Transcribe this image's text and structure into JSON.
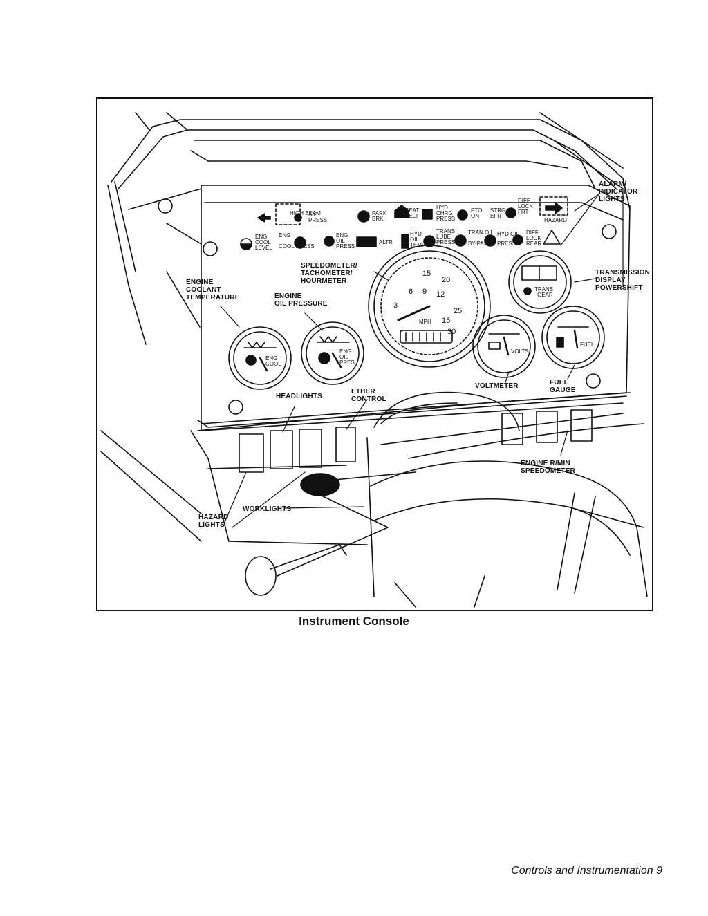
{
  "figure": {
    "caption": "Instrument Console",
    "callouts": {
      "alarm_indicator": "ALARM/\nINDICATOR\nLIGHTS",
      "transmission": "TRANSMISSION\nDISPLAY\nPOWERSHIFT",
      "coolant": "ENGINE\nCOOLANT\nTEMPERATURE",
      "speedometer": "SPEEDOMETER/\nTACHOMETER/\nHOURMETER",
      "oil_pressure": "ENGINE\nOIL PRESSURE",
      "voltmeter": "VOLTMETER",
      "fuel": "FUEL\nGAUGE",
      "headlights": "HEADLIGHTS",
      "ether": "ETHER\nCONTROL",
      "engine_rmin": "ENGINE R/MIN\nSPEEDOMETER",
      "hazard": "HAZARD\nLIGHTS",
      "worklights": "WORKLIGHTS"
    },
    "indicator_labels": {
      "row1": [
        "HIGH BEAM",
        "A/C PRESS",
        "PARK BRK",
        "SEAT BELT",
        "HYD CHRG PRESS",
        "PTO ON",
        "STRG EFRT",
        "DIFF LOCK FRT",
        "HAZARD"
      ],
      "row2": [
        "ENG COOL LEVEL",
        "ENG COOL PRESS",
        "ENG OIL PRESS",
        "ALTR",
        "HYD OIL TEMP",
        "TRANS LUBE PRESS",
        "TRAN OIL BY-PASS",
        "HYD OIL PRESS",
        "DIFF LOCK REAR"
      ]
    },
    "gauge_labels": {
      "coolant": "ENG COOL",
      "oil": "ENG OIL PRES",
      "volts": "VOLTS",
      "fuel": "FUEL",
      "speedo_unit": "MPH",
      "speedo_ticks": [
        "3",
        "6",
        "9",
        "12",
        "15",
        "20",
        "25",
        "30"
      ],
      "trans_gear": "TRANS GEAR"
    }
  },
  "footer": {
    "section": "Controls and Instrumentation",
    "page_number": "9"
  }
}
